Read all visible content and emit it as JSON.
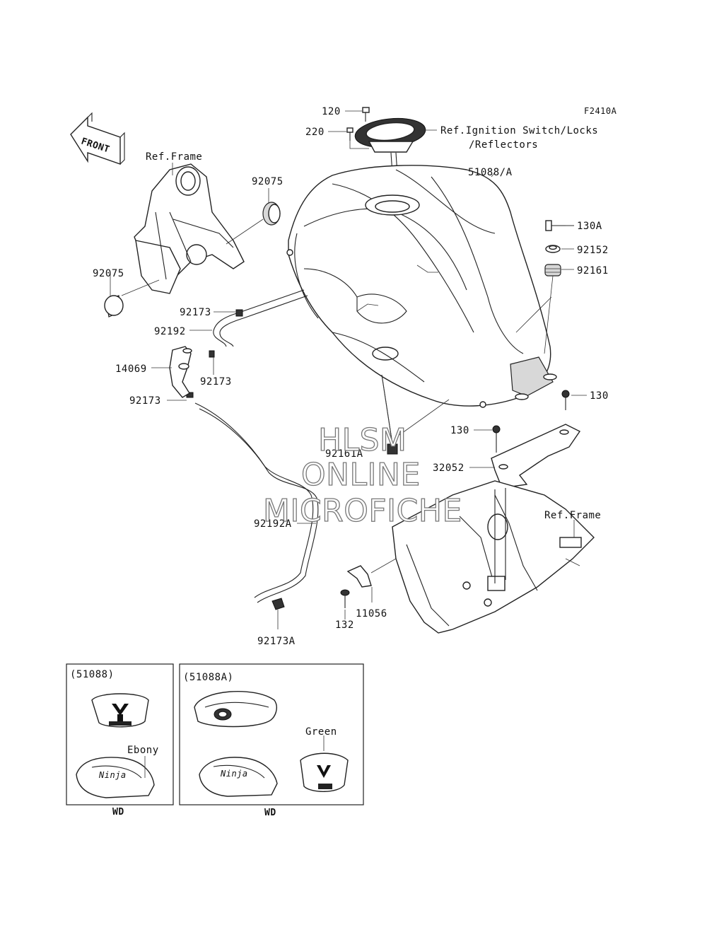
{
  "diagram_code": "F2410A",
  "front_arrow_label": "FRONT",
  "callouts": {
    "p120": "120",
    "p220": "220",
    "ign_ref1": "Ref.Ignition Switch/Locks",
    "ign_ref2": "/Reflectors",
    "p51088a": "51088/A",
    "ref_frame_top": "Ref.Frame",
    "p92075_top": "92075",
    "p92075_left": "92075",
    "p130a": "130A",
    "p92152": "92152",
    "p92161": "92161",
    "p92173_a": "92173",
    "p92192": "92192",
    "p14069": "14069",
    "p92173_b": "92173",
    "p92173_c": "92173",
    "p130_right": "130",
    "p130_mid": "130",
    "p92161a": "92161A",
    "p32052": "32052",
    "p92192a": "92192A",
    "ref_frame_bottom": "Ref.Frame",
    "p132": "132",
    "p11056": "11056",
    "p92173a": "92173A"
  },
  "watermark": {
    "line1": "HLSM",
    "line2": "ONLINE",
    "line3": "MICROFICHE"
  },
  "variant_boxes": [
    {
      "title": "(51088)",
      "color_label": "Ebony",
      "footer": "WD"
    },
    {
      "title": "(51088A)",
      "color_label": "Green",
      "footer": "WD"
    }
  ]
}
